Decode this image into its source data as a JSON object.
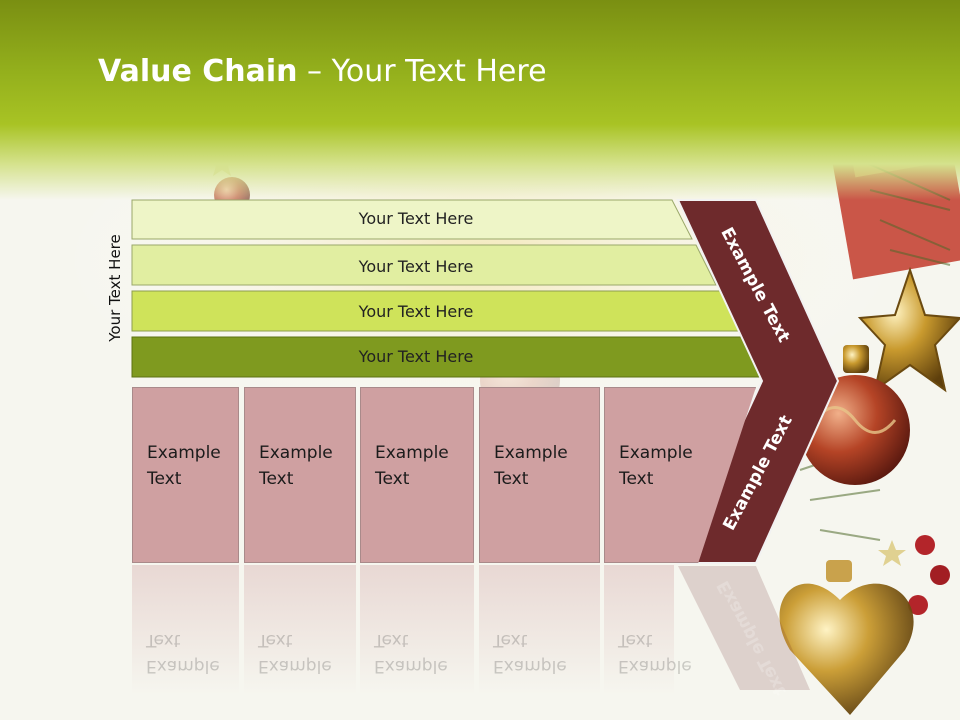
{
  "colors": {
    "header_green": "#a8c324",
    "row1": "#eef5c7",
    "row2": "#e1eea1",
    "row3": "#cfe35a",
    "row4": "#7f9a1f",
    "box_fill": "#cfa0a1",
    "arrow_fill": "#6e2a2c"
  },
  "title": {
    "bold": "Value Chain",
    "rest": " – Your Text Here"
  },
  "side_label": "Your Text Here",
  "rows": [
    {
      "label": "Your Text Here"
    },
    {
      "label": "Your Text Here"
    },
    {
      "label": "Your Text Here"
    },
    {
      "label": "Your Text Here"
    }
  ],
  "boxes": [
    {
      "label": "Example\nText"
    },
    {
      "label": "Example\nText"
    },
    {
      "label": "Example\nText"
    },
    {
      "label": "Example\nText"
    },
    {
      "label": "Example\nText"
    }
  ],
  "arrow": {
    "upper_label": "Example Text",
    "lower_label": "Example Text"
  },
  "decorative_icons": [
    "christmas-ornament-icon",
    "star-icon",
    "heart-ornament-icon"
  ]
}
